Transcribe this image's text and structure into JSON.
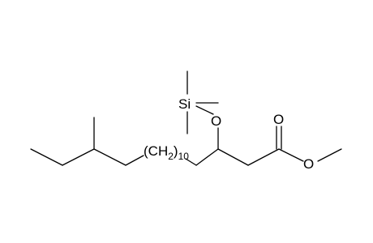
{
  "molecule": {
    "labels": {
      "silicon": "Si",
      "ether_oxygen": "O",
      "carbonyl_oxygen": "O",
      "ester_oxygen": "O",
      "chain_open": "(CH",
      "chain_h_subscript": "2",
      "chain_close": ")",
      "chain_repeat": "10"
    },
    "colors": {
      "bond": "#000000",
      "text": "#000000",
      "background": "#ffffff"
    }
  }
}
